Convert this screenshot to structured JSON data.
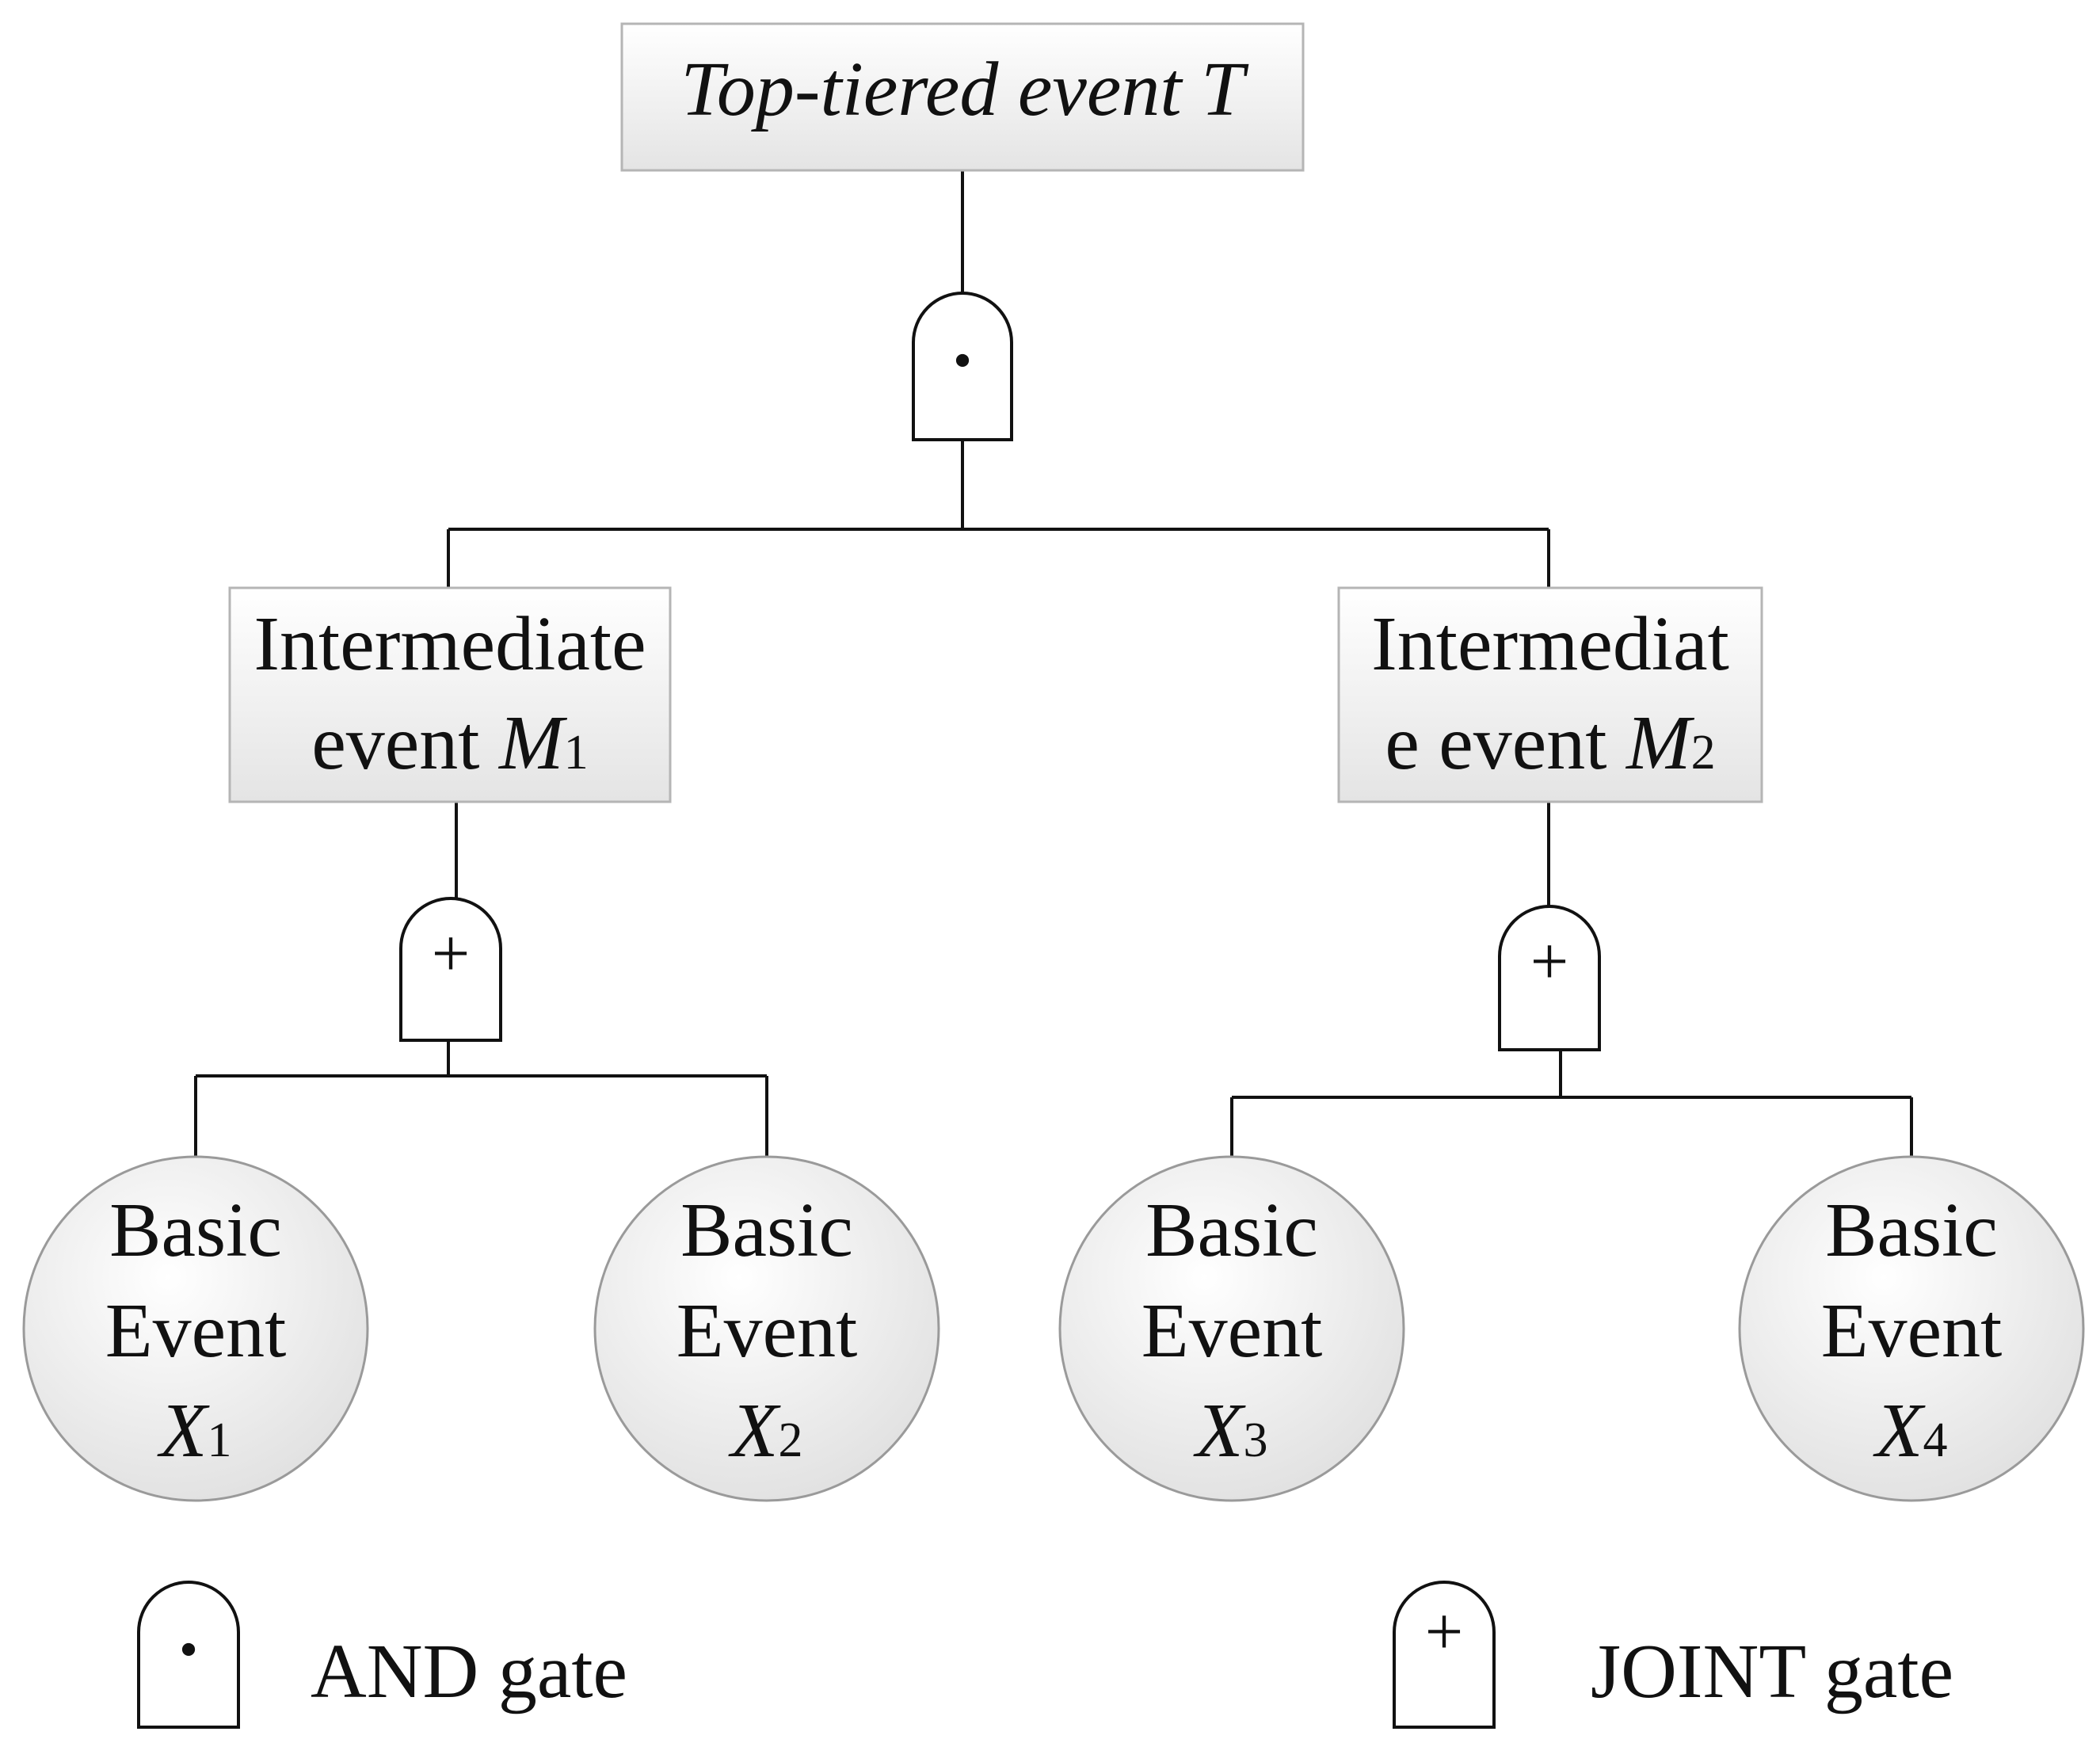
{
  "diagram": {
    "top_event": {
      "text": "Top-tiered event T"
    },
    "top_gate": {
      "symbol": "·",
      "type": "AND"
    },
    "intermediate_m1": {
      "line1": "Intermediate",
      "line2_word": "event",
      "var": "M",
      "sub": "1"
    },
    "intermediate_m2": {
      "line1": "Intermediat",
      "line2_word": "e event",
      "var": "M",
      "sub": "2"
    },
    "gate_m1": {
      "symbol": "+",
      "type": "JOINT"
    },
    "gate_m2": {
      "symbol": "+",
      "type": "JOINT"
    },
    "basic_events": [
      {
        "line1": "Basic",
        "line2": "Event",
        "var": "X",
        "sub": "1"
      },
      {
        "line1": "Basic",
        "line2": "Event",
        "var": "X",
        "sub": "2"
      },
      {
        "line1": "Basic",
        "line2": "Event",
        "var": "X",
        "sub": "3"
      },
      {
        "line1": "Basic",
        "line2": "Event",
        "var": "X",
        "sub": "4"
      }
    ],
    "legend": {
      "and_symbol": "·",
      "and_label": "AND gate",
      "joint_symbol": "+",
      "joint_label": "JOINT gate"
    }
  }
}
